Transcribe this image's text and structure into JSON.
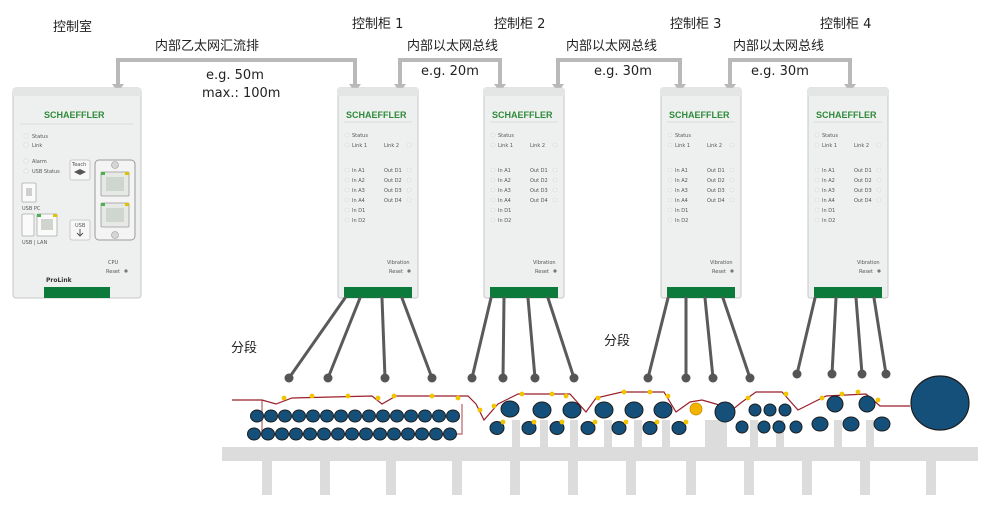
{
  "labels": {
    "control_room": "控制室",
    "cabinet_1": "控制柜 1",
    "cabinet_2": "控制柜 2",
    "cabinet_3": "控制柜 3",
    "cabinet_4": "控制柜 4",
    "segment_left": "分段",
    "segment_right": "分段"
  },
  "links": {
    "link_1": {
      "title": "内部乙太网汇流排",
      "distance": "e.g. 50m",
      "max": "max.: 100m"
    },
    "link_2": {
      "title": "内部以太网总线",
      "distance": "e.g. 20m"
    },
    "link_3": {
      "title": "内部以太网总线",
      "distance": "e.g. 30m"
    },
    "link_4": {
      "title": "内部以太网总线",
      "distance": "e.g. 30m"
    }
  },
  "prolink": {
    "brand": "SCHAEFFLER",
    "name": "ProLink",
    "status": "Status",
    "link": "Link",
    "alarm": "Alarm",
    "usb_status": "USB Status",
    "teach": "Teach",
    "usb_pc": "USB PC",
    "usb_lan": "USB | LAN",
    "usb": "USB",
    "cpu": "CPU",
    "reset": "Reset"
  },
  "module": {
    "brand": "SCHAEFFLER",
    "status": "Status",
    "link1": "Link 1",
    "link2": "Link 2",
    "inputs": [
      "In A1",
      "In A2",
      "In A3",
      "In A4",
      "In D1",
      "In D2"
    ],
    "outputs": [
      "Out D1",
      "Out D2",
      "Out D3",
      "Out D4"
    ],
    "vibration": "Vibration",
    "reset": "Reset"
  },
  "colors": {
    "brand_green": "#2f8a3a",
    "status_bar_green": "#0b7a3b",
    "roller_fill": "#14507a",
    "roller_stroke": "#1d1d1d",
    "web_line": "#9a1f2a",
    "sensor": "#f2c400",
    "bus_line": "#b9b9b9",
    "cable": "#5a5a5a",
    "frame": "#dcdcdc"
  }
}
